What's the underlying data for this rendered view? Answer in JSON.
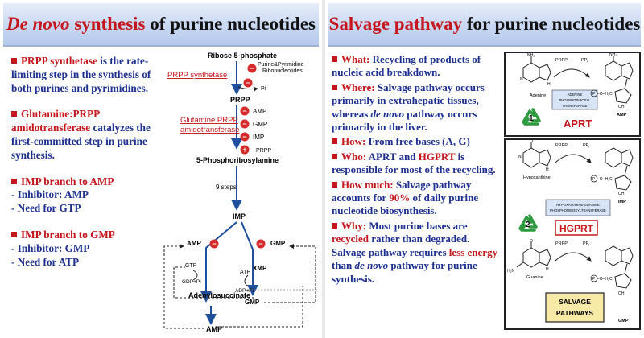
{
  "left": {
    "title_italic": "De novo",
    "title_red": "synthesis",
    "title_rest": "of purine nucleotides",
    "b1_red": "PRPP synthetase",
    "b1_text": "is the rate-limiting step in the synthesis of both purines and pyrimidines.",
    "b2_red": "Glutamine:PRPP amidotransferase",
    "b2_text": "catalyzes the first-committed step in purine synthesis.",
    "b3_red": "IMP branch to AMP",
    "b3_l1": "- Inhibitor: AMP",
    "b3_l2": "- Need for GTP",
    "b4_red": "IMP branch to GMP",
    "b4_l1": "- Inhibitor: GMP",
    "b4_l2": "- Need for ATP"
  },
  "pathway": {
    "ribose": "Ribose 5-phosphate",
    "purine_pyr": "Purine&Pyrimidine",
    "ribonucleotides": "Ribonucleotides",
    "pi": "Pi",
    "prpp_synthetase": "PRPP synthetase",
    "prpp": "PRPP",
    "gln_amido_1": "Glutamine PRPP",
    "gln_amido_2": "amidotransferase",
    "amp": "AMP",
    "gmp": "GMP",
    "imp": "IMP",
    "prpp2": "PRPP",
    "phosphoribosylamine": "5-Phosphoribosylamine",
    "nine_steps": "9 steps",
    "gtp": "GTP",
    "gdp_pi": "GDP+Pi",
    "atp": "ATP",
    "xmp": "XMP",
    "adp_pi": "ADP+Pi",
    "adenylosuccinate": "Adenylosuccinate",
    "inhibit_symbol": "−"
  },
  "right": {
    "title_red": "Salvage pathway",
    "title_rest": "for purine nucleotides",
    "what_label": "What:",
    "what_text": "Recycling of products of nucleic acid breakdown.",
    "where_label": "Where:",
    "where_text": "Salvage pathway occurs primarily in extrahepatic tissues, whereas",
    "where_italic": "de novo",
    "where_text2": "pathway occurs primarily in the liver.",
    "how_label": "How:",
    "how_text": "From free bases (A, G)",
    "who_label": "Who:",
    "who_text1": "APRT and",
    "who_red": "HGPRT",
    "who_text2": "is responsible for most of the recycling.",
    "howmuch_label": "How much:",
    "howmuch_text1": "Salvage pathway accounts for",
    "howmuch_red": "90%",
    "howmuch_text2": "of daily purine nucleotide biosynthesis.",
    "why_label": "Why:",
    "why_text1": "Most purine bases are",
    "why_red": "recycled",
    "why_text2": "rather than degraded. Salvage pathway requires",
    "why_red2": "less energy",
    "why_text3": "than",
    "why_italic": "de novo",
    "why_text4": "pathway for purine synthesis."
  },
  "aprt_box": {
    "prpp": "PRPP",
    "ppi": "PP",
    "ppi_sub": "i",
    "adenine": "Adenine",
    "enzyme_1": "ADENINE",
    "enzyme_2": "PHOSPHORIBOSYL",
    "enzyme_3": "TRANSFERASE",
    "label": "APRT",
    "product": "AMP",
    "number": "1",
    "phos": "P",
    "och2": "–O–H₂C",
    "nh2": "NH₂",
    "n": "N",
    "h": "H",
    "oh": "OH"
  },
  "hgprt_box": {
    "prpp": "PRPP",
    "ppi": "PP",
    "ppi_sub": "i",
    "hypoxanthine": "Hypoxanthine",
    "enzyme_1": "HYPOXANTHINE-GUANINE",
    "enzyme_2": "PHOSPHORIBOSYLTRANSFERASE",
    "label": "HGPRT",
    "imp": "IMP",
    "guanine": "Guanine",
    "gmp": "GMP",
    "number": "2",
    "salvage_1": "SALVAGE",
    "salvage_2": "PATHWAYS",
    "phos": "P",
    "och2": "–O–H₂C",
    "o": "O",
    "nh2": "H₂N",
    "n": "N",
    "h": "H",
    "oh": "OH"
  },
  "colors": {
    "bullet_blue": "#1d2f8f",
    "accent_red": "#c4161c",
    "recycle_green": "#2e9a3f",
    "title_bg": "#c9d8f2"
  }
}
